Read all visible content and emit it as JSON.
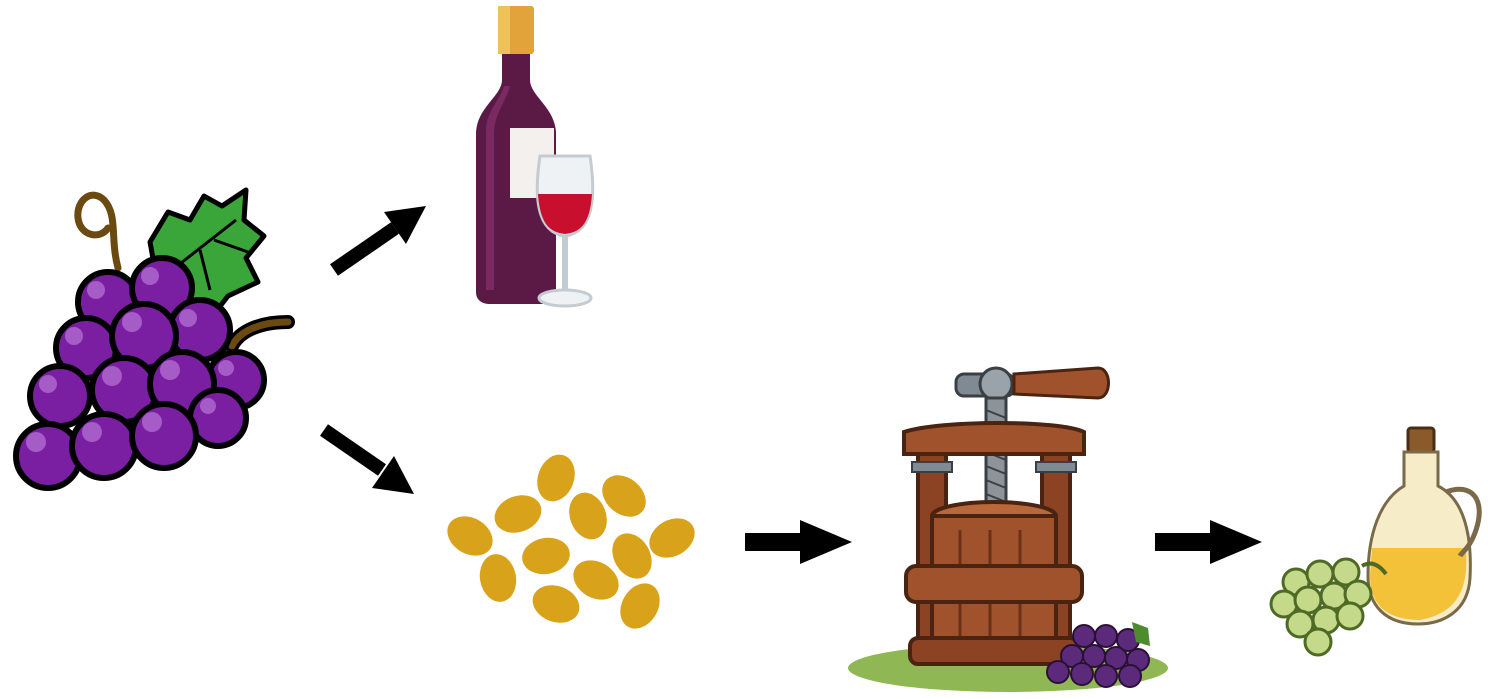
{
  "diagram": {
    "nodes": [
      {
        "id": "grapes",
        "icon": "grape-bunch-icon"
      },
      {
        "id": "wine",
        "icon": "wine-bottle-and-glass-icon"
      },
      {
        "id": "seeds",
        "icon": "grape-seeds-icon"
      },
      {
        "id": "press",
        "icon": "wine-press-icon"
      },
      {
        "id": "oil",
        "icon": "oil-jar-icon"
      }
    ],
    "edges": [
      {
        "from": "grapes",
        "to": "wine"
      },
      {
        "from": "grapes",
        "to": "seeds"
      },
      {
        "from": "seeds",
        "to": "press"
      },
      {
        "from": "press",
        "to": "oil"
      }
    ]
  },
  "colors": {
    "grape_purple": "#7a1fa2",
    "grape_highlight": "#a55cc7",
    "leaf_green": "#3aa63a",
    "wine_bottle": "#5a1a45",
    "bottle_cap": "#e2a43a",
    "wine_red": "#c8102e",
    "seed_gold": "#d9a21b",
    "press_wood": "#a0522d",
    "oil_yellow": "#f3c238",
    "green_grape": "#c5d98a",
    "arrow": "#000000"
  }
}
